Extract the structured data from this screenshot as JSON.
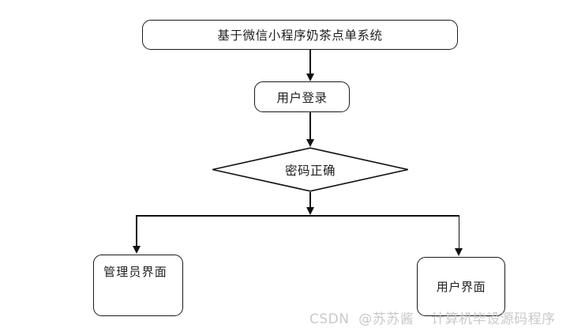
{
  "diagram": {
    "type": "flowchart",
    "title_node": {
      "label": "基于微信小程序奶茶点单系统",
      "shape": "rounded-rectangle"
    },
    "login_node": {
      "label": "用户登录",
      "shape": "rounded-rectangle"
    },
    "decision_node": {
      "label": "密码正确",
      "shape": "diamond"
    },
    "admin_node": {
      "label": "管理员界面",
      "shape": "rounded-rectangle"
    },
    "user_node": {
      "label": "用户界面",
      "shape": "rounded-rectangle"
    },
    "colors": {
      "stroke": "#111111",
      "text": "#1f1f1f",
      "background": "#ffffff",
      "watermark": "#c9c9cd"
    }
  },
  "watermark": {
    "site": "CSDN",
    "author": "@苏苏酱",
    "tagline": "计算机毕设源码程序"
  }
}
